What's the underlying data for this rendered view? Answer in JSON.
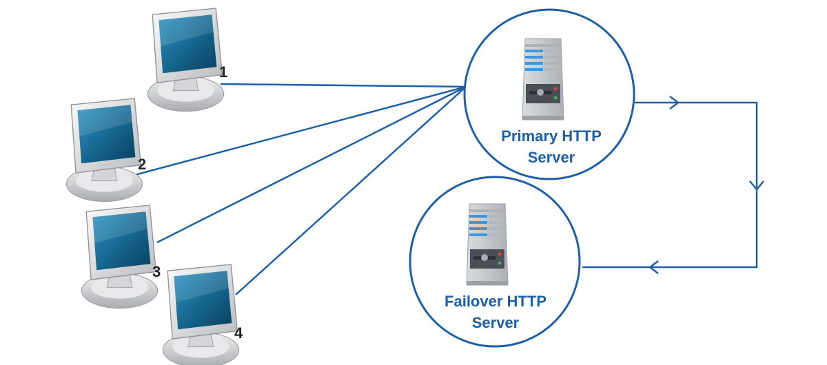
{
  "colors": {
    "line": "#1c5fa8",
    "label": "#1c5fa8",
    "number": "#222222",
    "screen": "#1d6f98",
    "server_body": "#c9ccd0",
    "server_accent": "#3b97e0"
  },
  "clients": [
    {
      "number": "1",
      "icon": "computer-monitor-icon"
    },
    {
      "number": "2",
      "icon": "computer-monitor-icon"
    },
    {
      "number": "3",
      "icon": "computer-monitor-icon"
    },
    {
      "number": "4",
      "icon": "computer-monitor-icon"
    }
  ],
  "primary_server": {
    "label_line1": "Primary HTTP",
    "label_line2": "Server",
    "icon": "server-tower-icon"
  },
  "failover_server": {
    "label_line1": "Failover HTTP",
    "label_line2": "Server",
    "icon": "server-tower-icon"
  }
}
